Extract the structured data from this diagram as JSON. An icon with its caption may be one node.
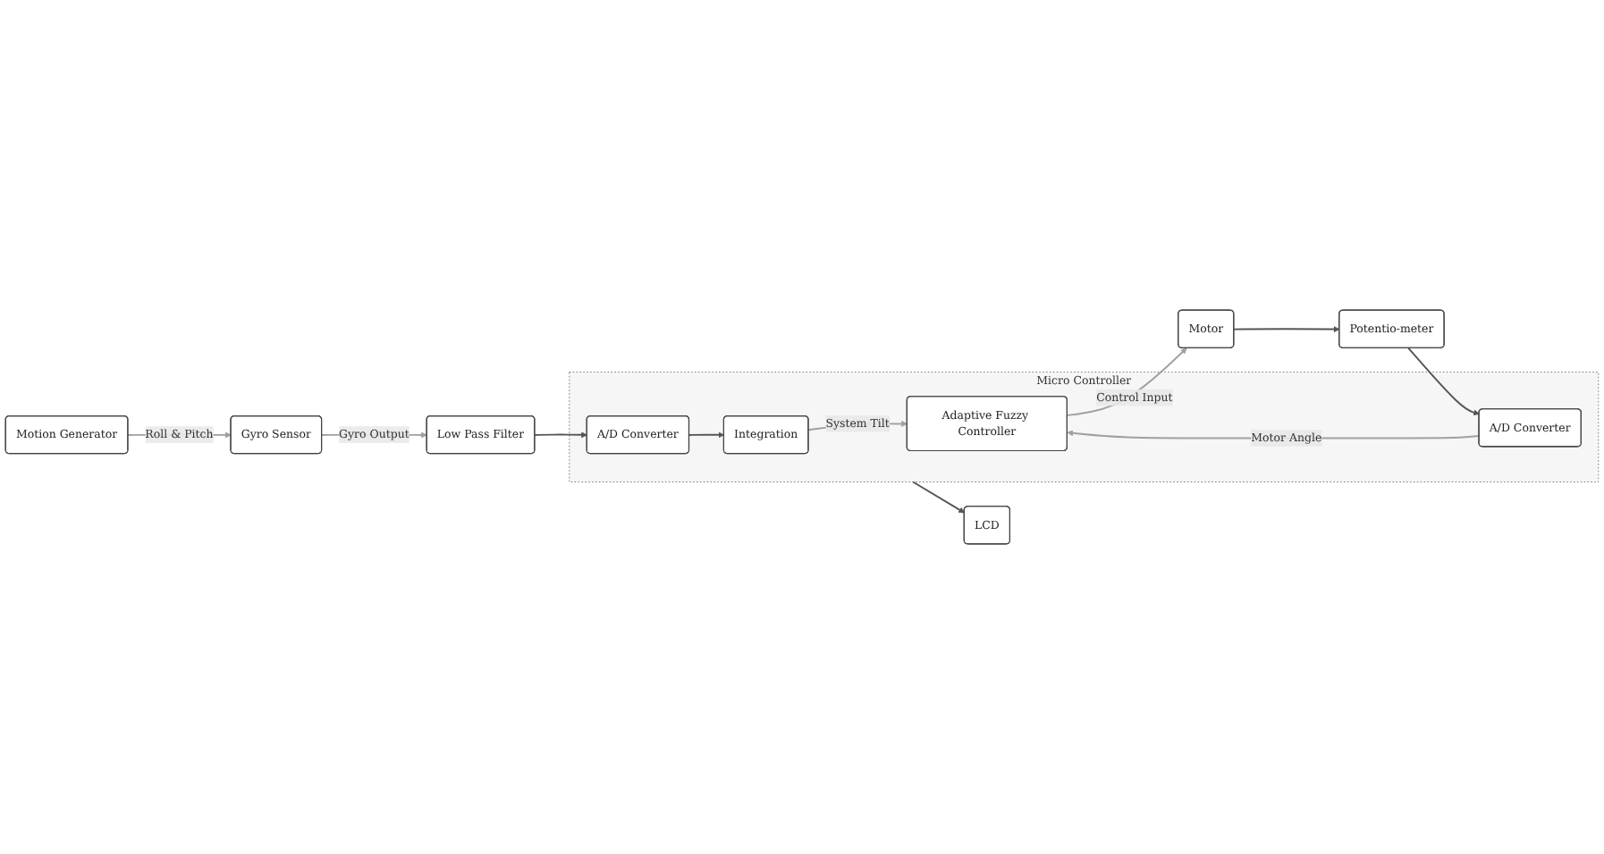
{
  "diagram": {
    "nodes": [
      {
        "text": [
          "Motion Generator"
        ]
      },
      {
        "text": [
          "Micro Controller"
        ]
      },
      {
        "text": [
          "LCD"
        ]
      },
      {
        "text": [
          "Gyro Sensor"
        ]
      },
      {
        "text": [
          "Integration"
        ],
        "in": 1
      },
      {
        "text": [
          "Adaptive Fuzzy Controller"
        ],
        "in": 1
      },
      {
        "text": [
          "Motor"
        ]
      },
      {
        "text": [
          "Low Pass Filter"
        ]
      },
      {
        "text": [
          "A/D Converter"
        ],
        "in": 1
      },
      {
        "text": [
          "A/D Converter"
        ],
        "in": 1
      },
      {
        "text": [
          "Potentio-meter"
        ]
      }
    ],
    "edges": [
      {
        "from": 0,
        "to": 3,
        "arrow": "to",
        "label": "Roll & Pitch",
        "color": "#a0a0a0"
      },
      {
        "from": 1,
        "to": 2,
        "arrow": "to"
      },
      {
        "from": 4,
        "to": 5,
        "arrow": "to",
        "label": "System Tilt",
        "color": "#a0a0a0"
      },
      {
        "from": 5,
        "to": 6,
        "arrow": "to",
        "label": "Control Input",
        "color": "#a0a0a0"
      },
      {
        "from": 3,
        "to": 7,
        "arrow": "to",
        "label": "Gyro Output",
        "color": "#a0a0a0"
      },
      {
        "from": 8,
        "to": 4,
        "arrow": "to"
      },
      {
        "from": 9,
        "to": 5,
        "arrow": "to",
        "label": "Motor Angle",
        "color": "#a0a0a0"
      },
      {
        "from": 6,
        "to": 10,
        "arrow": "to"
      },
      {
        "from": 7,
        "to": 8,
        "arrow": "to"
      },
      {
        "from": 10,
        "to": 9,
        "arrow": "to"
      }
    ]
  }
}
